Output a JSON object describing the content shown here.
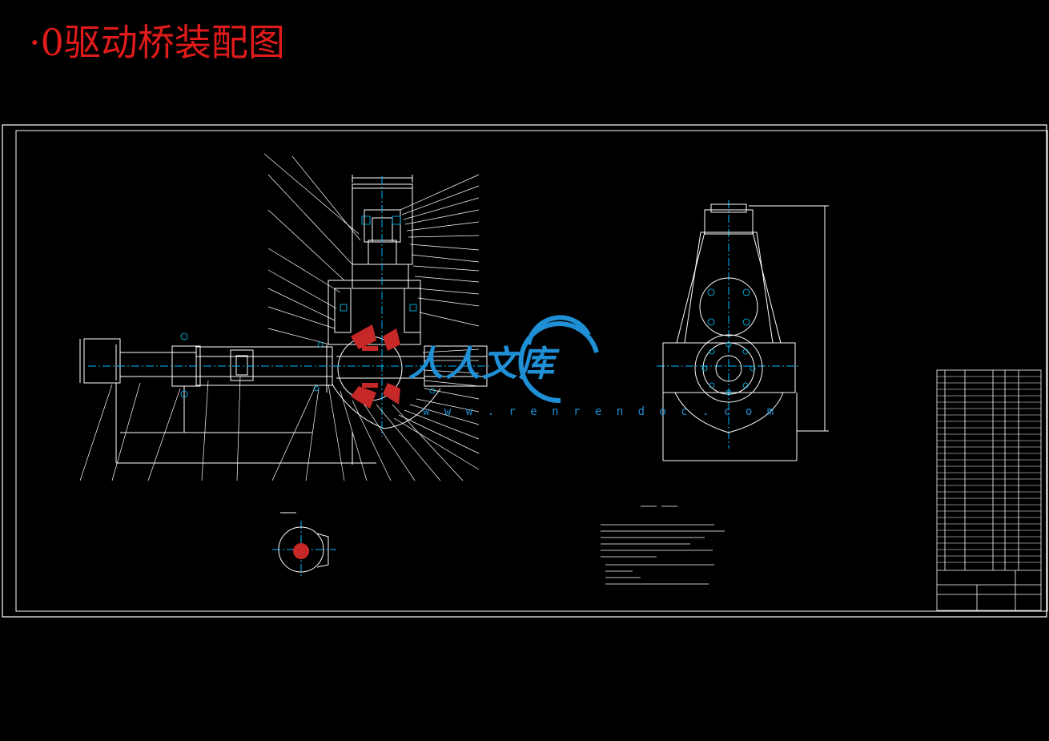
{
  "title": "·0驱动桥装配图",
  "colors": {
    "background": "#000000",
    "title": "#e11b1b",
    "frame": "#ffffff",
    "line": "#ffffff",
    "center_line": "#00b7ff",
    "dimension": "#00c8ff",
    "highlight": "#c62828",
    "watermark": "#1f8fd6"
  },
  "watermark": {
    "text": "人人文库",
    "url": "w w w . r e n r e n d o c . c o m",
    "icon": "renrendoc-logo-icon"
  }
}
